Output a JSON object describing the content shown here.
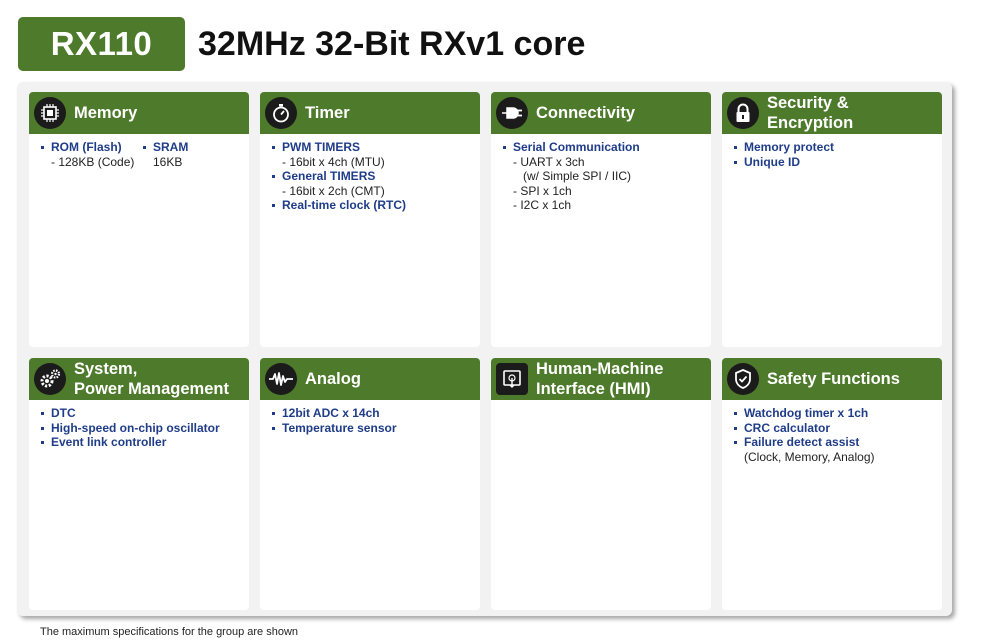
{
  "header": {
    "badge": "RX110",
    "title": "32MHz 32-Bit RXv1 core"
  },
  "cards": {
    "memory": {
      "title": "Memory",
      "icon": "memory-chip-icon",
      "rom_label": "ROM (Flash)",
      "rom_value": "- 128KB (Code)",
      "sram_label": "SRAM",
      "sram_value": "16KB"
    },
    "timer": {
      "title": "Timer",
      "icon": "stopwatch-icon",
      "lines": [
        {
          "type": "bullet",
          "text": "PWM TIMERS"
        },
        {
          "type": "sub",
          "text": "- 16bit x 4ch (MTU)"
        },
        {
          "type": "bullet",
          "text": "General TIMERS"
        },
        {
          "type": "sub",
          "text": "- 16bit x 2ch (CMT)"
        },
        {
          "type": "bullet",
          "text": "Real-time clock (RTC)"
        }
      ]
    },
    "connectivity": {
      "title": "Connectivity",
      "icon": "plug-icon",
      "lines": [
        {
          "type": "bullet",
          "text": "Serial Communication"
        },
        {
          "type": "sub",
          "text": "- UART x 3ch"
        },
        {
          "type": "sub2",
          "text": "(w/ Simple SPI / IIC)"
        },
        {
          "type": "sub",
          "text": "- SPI x 1ch"
        },
        {
          "type": "sub",
          "text": "- I2C x 1ch"
        }
      ]
    },
    "security": {
      "title_line1": "Security &",
      "title_line2": "Encryption",
      "icon": "lock-icon",
      "lines": [
        {
          "type": "bullet",
          "text": "Memory protect"
        },
        {
          "type": "bullet",
          "text": "Unique ID"
        }
      ]
    },
    "system": {
      "title_line1": "System,",
      "title_line2": "Power Management",
      "icon": "gears-icon",
      "lines": [
        {
          "type": "bullet",
          "text": "DTC"
        },
        {
          "type": "bullet",
          "text": "High-speed on-chip oscillator"
        },
        {
          "type": "bullet",
          "text": "Event link controller"
        }
      ]
    },
    "analog": {
      "title": "Analog",
      "icon": "waveform-icon",
      "lines": [
        {
          "type": "bullet",
          "text": "12bit  ADC x 14ch"
        },
        {
          "type": "bullet",
          "text": "Temperature sensor"
        }
      ]
    },
    "hmi": {
      "title_line1": "Human-Machine",
      "title_line2": "Interface (HMI)",
      "icon": "touch-screen-icon",
      "lines": []
    },
    "safety": {
      "title": "Safety Functions",
      "icon": "shield-check-icon",
      "lines": [
        {
          "type": "bullet",
          "text": "Watchdog timer x 1ch"
        },
        {
          "type": "bullet",
          "text": "CRC calculator"
        },
        {
          "type": "bullet",
          "text": "Failure detect assist"
        },
        {
          "type": "sub",
          "text": "(Clock, Memory, Analog)"
        }
      ]
    }
  },
  "footnote": "The maximum specifications for the group are shown",
  "colors": {
    "accent_green": "#4e7a2b",
    "bullet_blue": "#1f3c88"
  }
}
